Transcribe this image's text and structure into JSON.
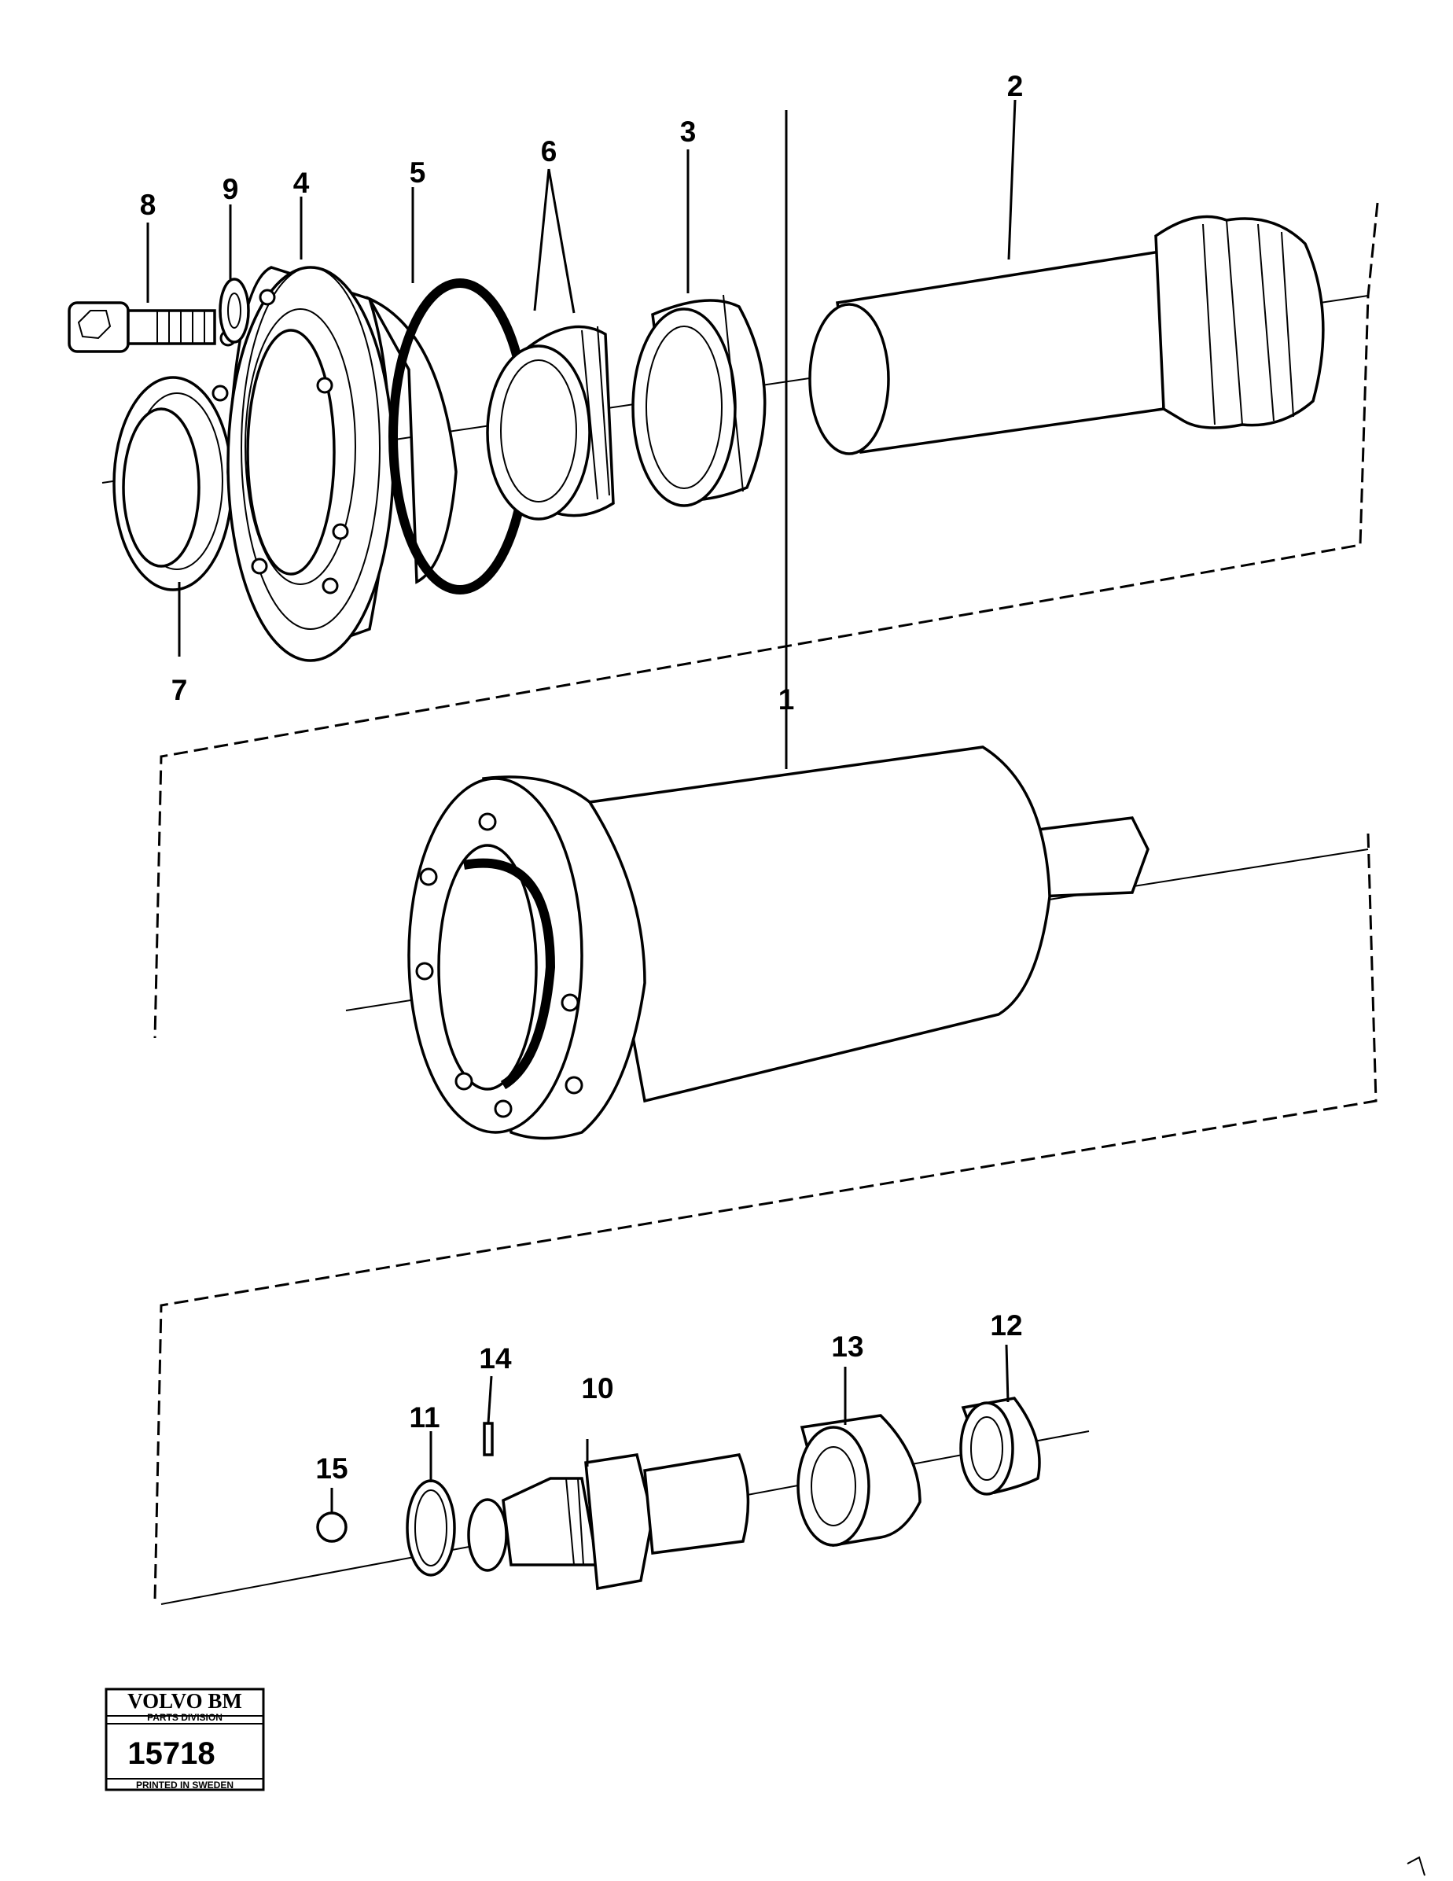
{
  "diagram": {
    "callouts": [
      {
        "id": "1",
        "label": "1"
      },
      {
        "id": "2",
        "label": "2"
      },
      {
        "id": "3",
        "label": "3"
      },
      {
        "id": "4",
        "label": "4"
      },
      {
        "id": "5",
        "label": "5"
      },
      {
        "id": "6",
        "label": "6"
      },
      {
        "id": "7",
        "label": "7"
      },
      {
        "id": "8",
        "label": "8"
      },
      {
        "id": "9",
        "label": "9"
      },
      {
        "id": "10",
        "label": "10"
      },
      {
        "id": "11",
        "label": "11"
      },
      {
        "id": "12",
        "label": "12"
      },
      {
        "id": "13",
        "label": "13"
      },
      {
        "id": "14",
        "label": "14"
      },
      {
        "id": "15",
        "label": "15"
      }
    ]
  },
  "stamp": {
    "brand": "VOLVO BM",
    "division": "PARTS DIVISION",
    "number": "15718",
    "footer": "PRINTED IN SWEDEN"
  }
}
